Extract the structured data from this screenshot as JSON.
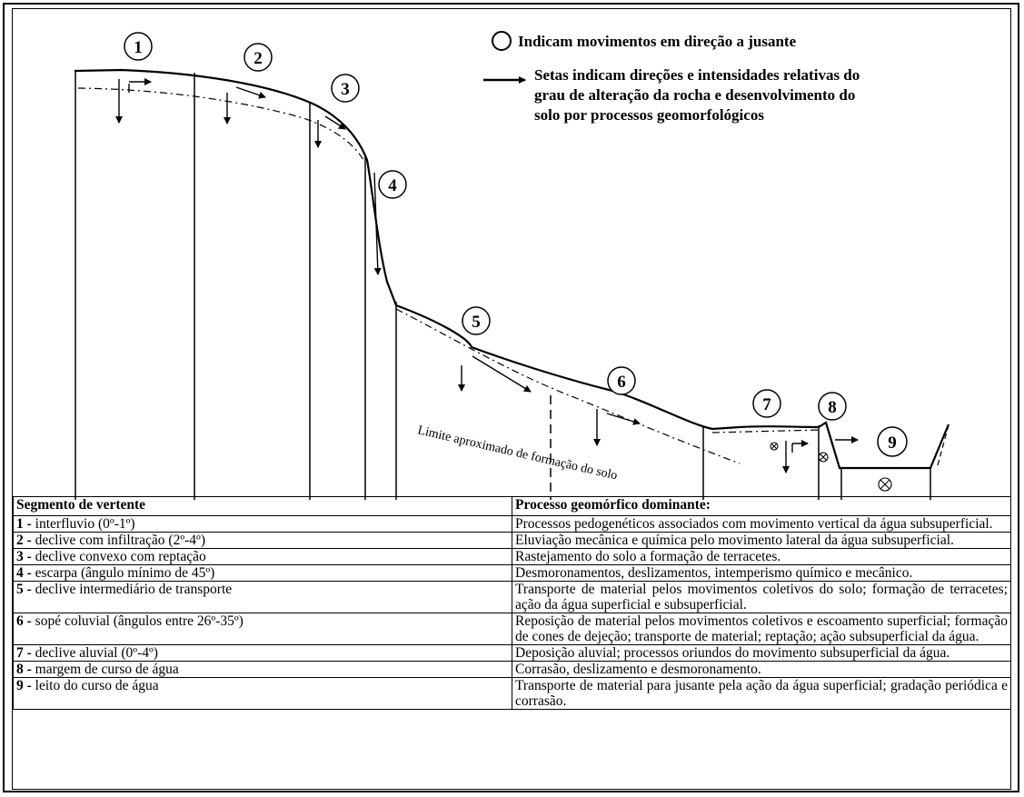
{
  "legend": {
    "circle_text": "Indicam movimentos em direção a jusante",
    "arrow_lines": [
      "Setas indicam direções e intensidades relativas do",
      "grau de alteração da rocha e desenvolvimento do",
      "solo por processos geomorfológicos"
    ]
  },
  "segment_numbers": [
    "1",
    "2",
    "3",
    "4",
    "5",
    "6",
    "7",
    "8",
    "9"
  ],
  "limit_label": "Limite aproximado de formação do solo",
  "table": {
    "header_segment": "Segmento de vertente",
    "header_process": "Processo geomórfico dominante:",
    "rows": [
      {
        "num": "1 -",
        "segment": " interfluvio (0º-1º)",
        "process": "Processos pedogenéticos associados com movimento vertical da água subsuperficial."
      },
      {
        "num": "2 -",
        "segment": " declive com infiltração (2º-4º)",
        "process": "Eluviação mecânica e química pelo movimento lateral da água subsuperficial."
      },
      {
        "num": "3 -",
        "segment": " declive convexo com reptação",
        "process": "Rastejamento do solo a formação de terracetes."
      },
      {
        "num": "4 -",
        "segment": " escarpa (ângulo mínimo de 45º)",
        "process": "Desmoronamentos, deslizamentos, intemperismo químico e mecânico."
      },
      {
        "num": "5 -",
        "segment": " declive intermediário de transporte",
        "process": "Transporte de material pelos movimentos coletivos do solo; formação de terracetes; ação da água superficial e subsuperficial."
      },
      {
        "num": "6 -",
        "segment": " sopé coluvial (ângulos entre 26º-35º)",
        "process": "Reposição de material pelos movimentos coletivos e escoamento superficial; formação de cones de dejeção; transporte de material; reptação; ação subsuperficial da água."
      },
      {
        "num": "7 -",
        "segment": " declive aluvial (0º-4º)",
        "process": "Deposição aluvial; processos oriundos do movimento subsuperficial da água."
      },
      {
        "num": "8 -",
        "segment": " margem de curso de água",
        "process": "Corrasão, deslizamento e desmoronamento."
      },
      {
        "num": "9 -",
        "segment": " leito do curso de água",
        "process": "Transporte de material para jusante pela ação da água superficial; gradação periódica e corrasão."
      }
    ]
  }
}
